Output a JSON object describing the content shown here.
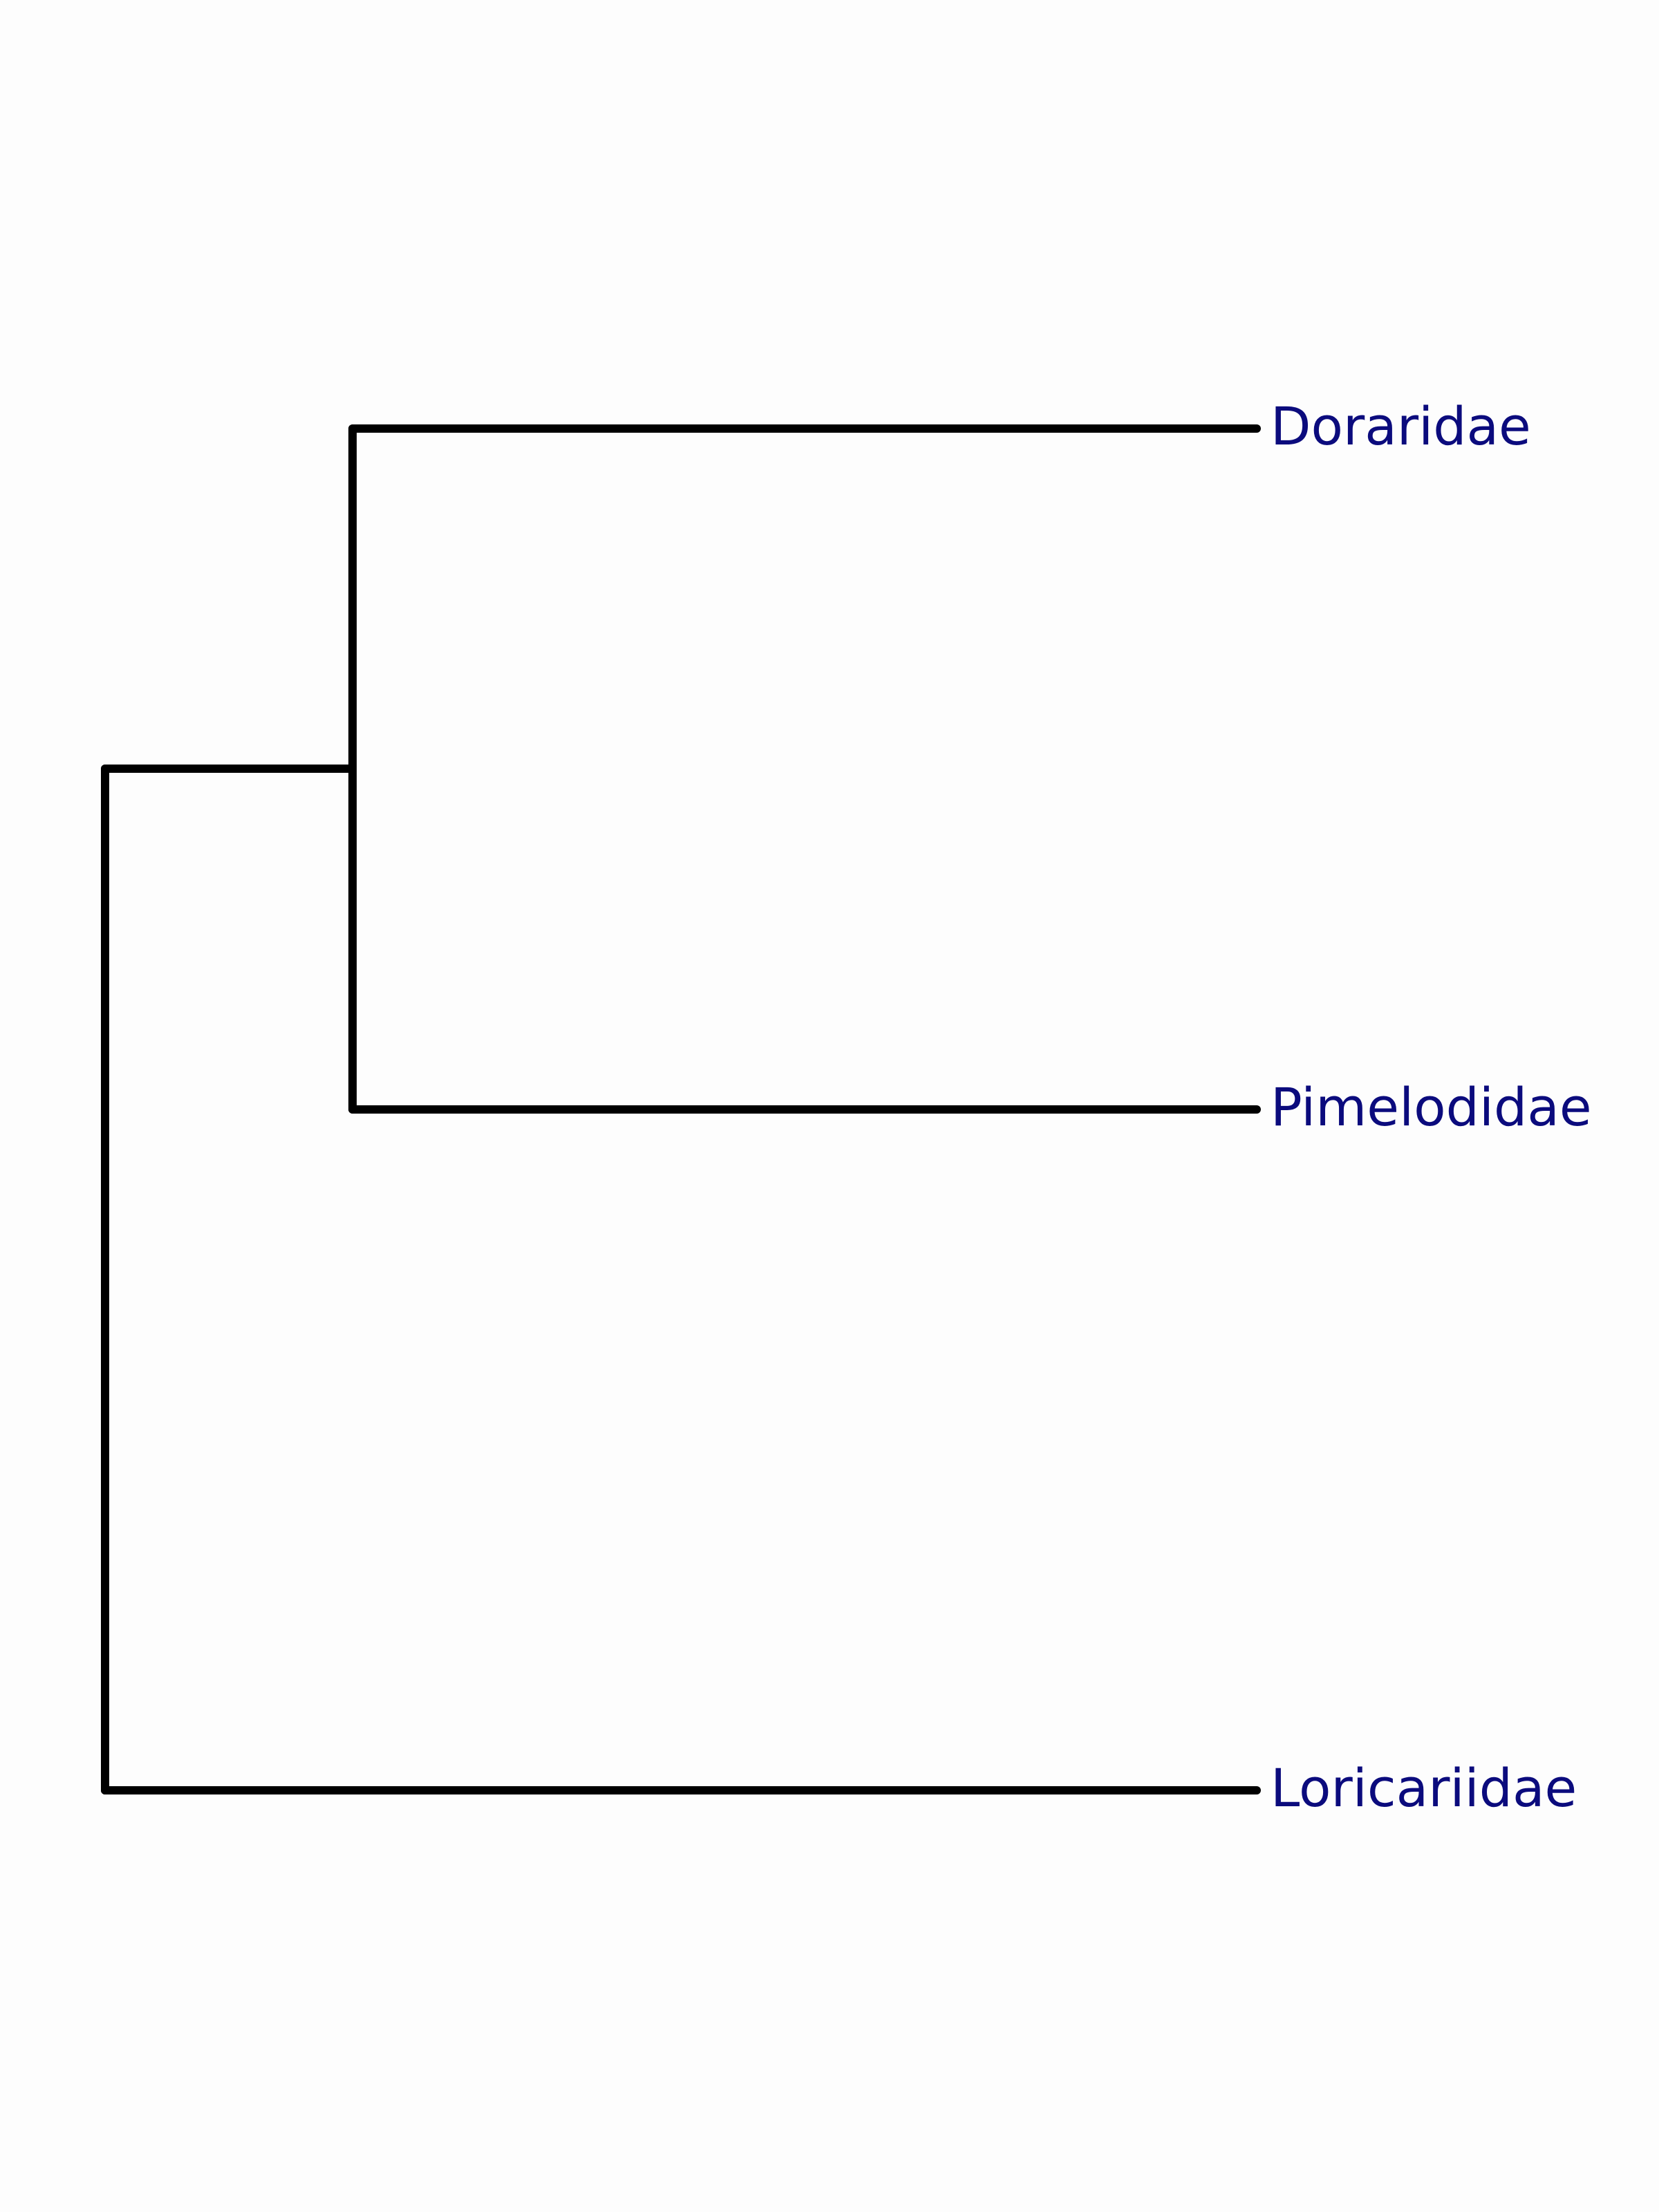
{
  "tree": {
    "label_color": "#0b0b7d",
    "branch_color": "#000000",
    "leaves": [
      {
        "id": "doraridae",
        "name": "Doraridae"
      },
      {
        "id": "pimelodidae",
        "name": "Pimelodidae"
      },
      {
        "id": "loricariidae",
        "name": "Loricariidae"
      }
    ],
    "topology": "((Doraridae,Pimelodidae),Loricariidae)"
  }
}
